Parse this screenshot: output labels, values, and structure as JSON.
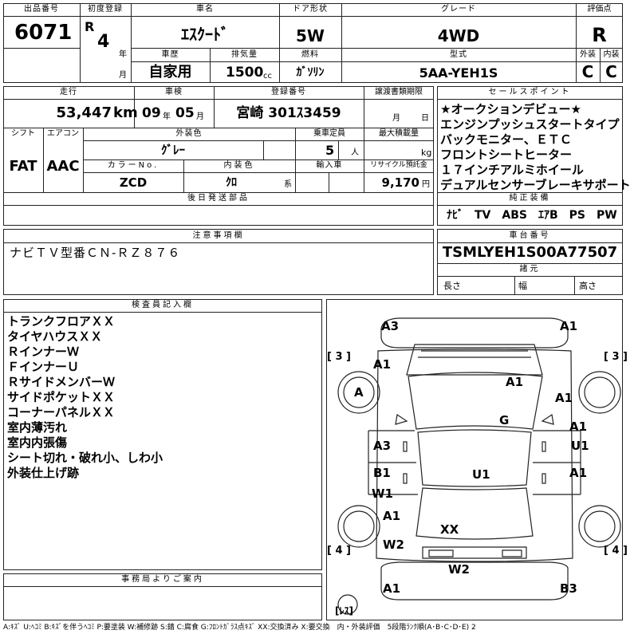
{
  "header": {
    "lot_label": "出品番号",
    "lot_no": "6071",
    "first_reg_label": "初度登録",
    "era_prefix": "R",
    "year": "4",
    "year_unit": "年",
    "month_unit": "月",
    "car_name_label": "車名",
    "car_name": "ｴｽｸｰﾄﾞ",
    "door_label": "ドア形状",
    "door": "5W",
    "grade_label": "グレード",
    "grade": "4WD",
    "score_label": "評価点",
    "score": "R",
    "history_label": "車歴",
    "history": "自家用",
    "displacement_label": "排気量",
    "displacement": "1500",
    "displacement_unit": "cc",
    "fuel_label": "燃料",
    "fuel": "ｶﾞｿﾘﾝ",
    "model_label": "型式",
    "model": "5AA-YEH1S",
    "exterior_label": "外装",
    "exterior_grade": "C",
    "interior_label": "内装",
    "interior_grade": "C"
  },
  "row2": {
    "mileage_label": "走行",
    "mileage": "53,447",
    "mileage_unit": "km",
    "inspection_label": "車検",
    "insp_year": "09",
    "insp_year_unit": "年",
    "insp_month": "05",
    "insp_month_unit": "月",
    "plate_label": "登録番号",
    "plate": "宮崎 301ｽ3459",
    "transfer_label": "譲渡書類期限",
    "transfer_month_unit": "月",
    "transfer_day_unit": "日",
    "shift_label": "シフト",
    "shift": "FAT",
    "ac_label": "エアコン",
    "ac": "AAC",
    "ext_color_label": "外装色",
    "ext_color": "ｸﾞﾚｰ",
    "capacity_label": "乗車定員",
    "capacity": "5",
    "capacity_unit": "人",
    "max_load_label": "最大積載量",
    "max_load_unit": "kg",
    "color_no_label": "カラーNo.",
    "color_no": "ZCD",
    "int_color_label": "内装色",
    "int_color": "ｸﾛ",
    "int_color_unit": "系",
    "import_label": "輸入車",
    "recycle_label": "リサイクル預託金",
    "recycle": "9,170",
    "recycle_unit": "円",
    "later_parts_label": "後日発送部品"
  },
  "sales_points": {
    "title": "セールスポイント",
    "items": [
      "★オークションデビュー★",
      "エンジンプッシュスタートタイプ",
      "バックモニター、ＥＴＣ",
      "フロントシートヒーター",
      "１７インチアルミホイール",
      "デュアルセンサーブレーキサポート"
    ]
  },
  "equipment": {
    "title": "純正装備",
    "value": "ﾅﾋﾞ　TV　ABS　ｴｱB　PS　PW"
  },
  "notes": {
    "title": "注意事項欄",
    "value": "ナビＴＶ型番ＣＮ-ＲＺ８７６"
  },
  "chassis": {
    "title": "車台番号",
    "value": "TSMLYEH1S00A77507",
    "spec_title": "諸元",
    "length_label": "長さ",
    "width_label": "幅",
    "height_label": "高さ"
  },
  "inspector": {
    "title": "検査員記入欄",
    "items": [
      "トランクフロアＸＸ",
      "タイヤハウスＸＸ",
      "ＲインナーＷ",
      "ＦインナーＵ",
      "ＲサイドメンバーＷ",
      "サイドポケットＸＸ",
      "コーナーパネルＸＸ",
      "室内薄汚れ",
      "室内内張傷",
      "シート切れ・破れ小、しわ小",
      "外装仕上げ跡"
    ]
  },
  "office": {
    "title": "事務局よりご案内"
  },
  "diagram": {
    "marks": [
      "A3",
      "A1",
      "A1",
      "A1",
      "A",
      "A1",
      "G",
      "A3",
      "A1",
      "U1",
      "B1",
      "U1",
      "W1",
      "A1",
      "A1",
      "XX",
      "W2",
      "W2",
      "A1",
      "B3"
    ],
    "tire_fl": "[ 3 ]",
    "tire_fr": "[ 3 ]",
    "tire_rl": "[ 4 ]",
    "tire_rr": "[ 4 ]",
    "spare": "[ﾚｽ]"
  },
  "legend": "A:ｷｽﾞ U:ﾍｺﾐ B:ｷｽﾞを伴うﾍｺﾐ P:要塗装 W:補修跡 S:錆 C:腐食 G:ﾌﾛﾝﾄｶﾞﾗｽ点ｷｽﾞ XX:交換済み X:要交換　内・外装評価　5段階ﾗﾝｸ順(A･B･C･D･E) 2"
}
